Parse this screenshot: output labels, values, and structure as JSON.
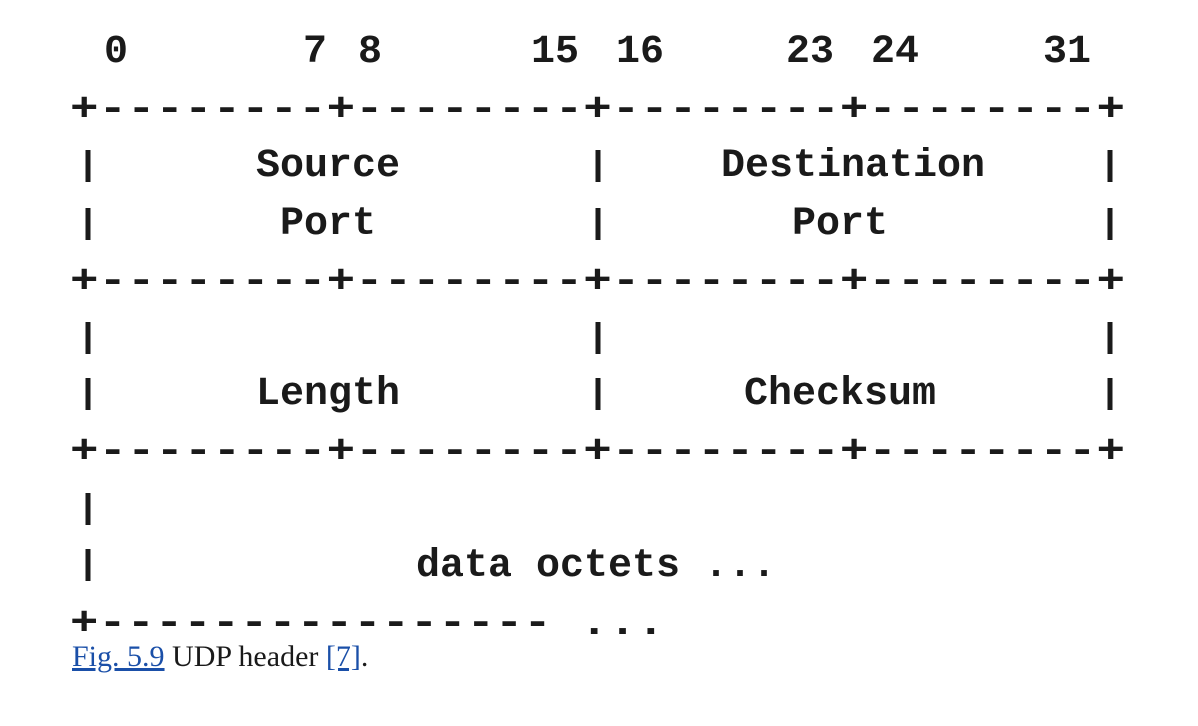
{
  "diagram": {
    "bit_numbers": [
      "0",
      "7",
      "8",
      "15",
      "16",
      "23",
      "24",
      "31"
    ],
    "border_row": "+--------+--------+--------+--------+",
    "bottom_row": "+---------------- ...",
    "fields": {
      "source_port": [
        "Source",
        "Port"
      ],
      "destination_port": [
        "Destination",
        "Port"
      ],
      "length": "Length",
      "checksum": "Checksum",
      "data": "data octets ..."
    }
  },
  "caption": {
    "figure_link": "Fig. 5.9",
    "text": "UDP header",
    "ref_link": "[7]",
    "end": "."
  },
  "colors": {
    "text": "#1a1a1a",
    "link": "#1a4fa8"
  }
}
